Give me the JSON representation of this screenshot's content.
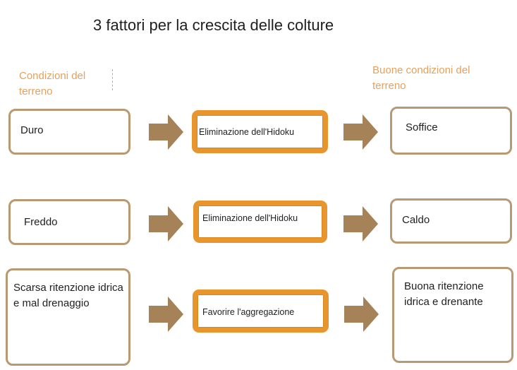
{
  "title": "3 fattori per la crescita delle colture",
  "headers": {
    "left": "Condizioni del terreno",
    "right": "Buone condizioni del terreno"
  },
  "rows": [
    {
      "from": "Duro",
      "action": "Eliminazione dell'Hidoku",
      "to": "Soffice"
    },
    {
      "from": "Freddo",
      "action": "Eliminazione dell'Hidoku",
      "to": "Caldo"
    },
    {
      "from": "Scarsa ritenzione idrica e mal drenaggio",
      "action": "Favorire l'aggregazione",
      "to": "Buona ritenzione idrica e drenante"
    }
  ],
  "colors": {
    "header_text": "#e5a15d",
    "box_border": "#b79a73",
    "action_border": "#e9952e",
    "arrow_fill": "#a58258"
  },
  "icons": {
    "arrow": "arrow-right-icon"
  }
}
